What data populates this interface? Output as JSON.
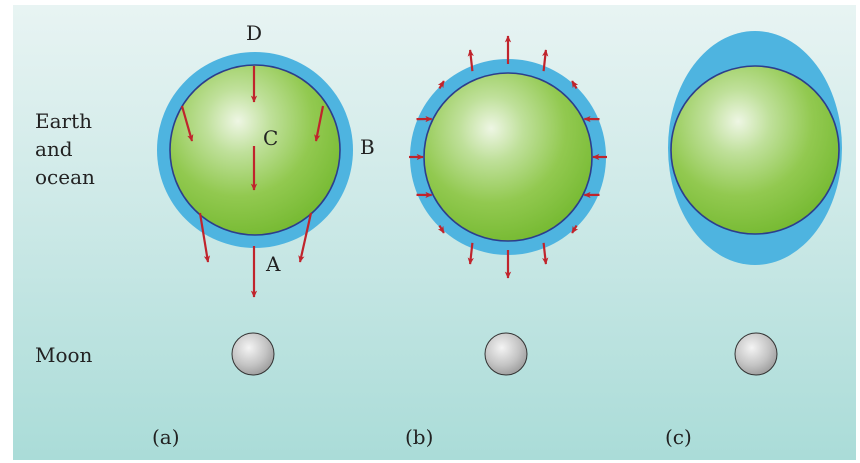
{
  "labels": {
    "row_earth": [
      "Earth",
      "and",
      "ocean"
    ],
    "row_moon": "Moon",
    "point_d": "D",
    "point_c": "C",
    "point_b": "B",
    "point_a": "A",
    "panel_a": "(a)",
    "panel_b": "(b)",
    "panel_c": "(c)"
  },
  "colors": {
    "ocean": "#4eb4e0",
    "earth_light": "#eef6e4",
    "earth_dark": "#80c038",
    "earth_outline": "#2c3e8c",
    "arrow": "#c0242c",
    "moon_light": "#f4f4f4",
    "moon_dark": "#9a9a9a"
  }
}
